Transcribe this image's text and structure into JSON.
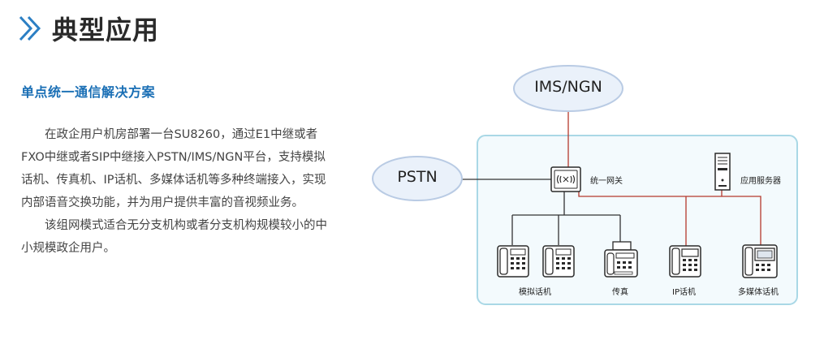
{
  "header": {
    "title": "典型应用"
  },
  "section": {
    "subtitle": "单点统一通信解决方案",
    "paragraphs": [
      "在政企用户机房部署一台SU8260，通过E1中继或者FXO中继或者SIP中继接入PSTN/IMS/NGN平台，支持模拟话机、传真机、IP话机、多媒体话机等多种终端接入，实现内部语音交换功能，并为用户提供丰富的音视频业务。",
      "该组网模式适合无分支机构或者分支机构规模较小的中小规模政企用户。"
    ]
  },
  "diagram": {
    "clouds": {
      "ims": "IMS/NGN",
      "pstn": "PSTN"
    },
    "nodes": {
      "gateway": "统一网关",
      "server": "应用服务器",
      "analog": "模拟话机",
      "fax": "传真",
      "ip_phone": "IP话机",
      "multimedia": "多媒体话机"
    },
    "colors": {
      "accent": "#1a6fb5",
      "cloud_fill": "#eaf1fa",
      "cloud_stroke": "#b9cbe4",
      "panel_fill": "#f3fafd",
      "panel_stroke": "#a9d8e6",
      "ip_line": "#b5392d",
      "analog_line": "#333333"
    }
  }
}
